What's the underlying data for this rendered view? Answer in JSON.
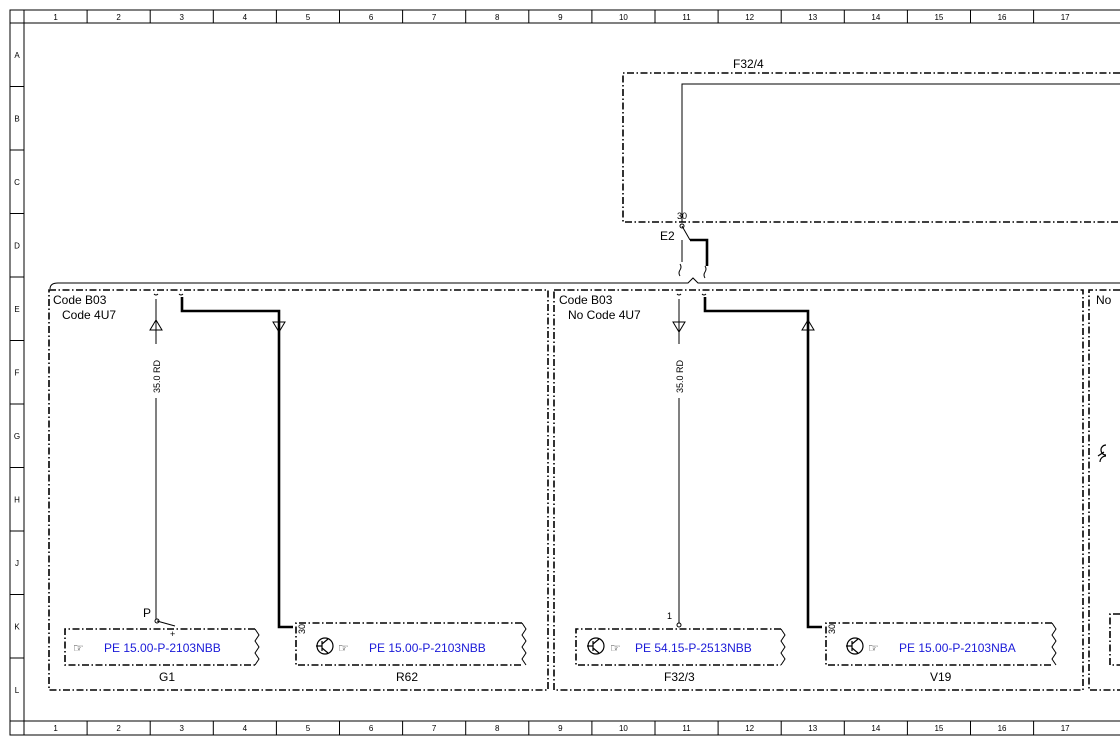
{
  "columns": [
    "1",
    "2",
    "3",
    "4",
    "5",
    "6",
    "7",
    "8",
    "9",
    "10",
    "11",
    "12",
    "13",
    "14",
    "15",
    "16",
    "17"
  ],
  "rows": [
    "A",
    "B",
    "C",
    "D",
    "E",
    "F",
    "G",
    "H",
    "J",
    "K",
    "L"
  ],
  "top_component": {
    "label": "F32/4",
    "pin": "30",
    "connector": "E2"
  },
  "group_left": {
    "condition_line1": "Code B03",
    "condition_line2": "Code 4U7",
    "wire_label": "35.0 RD",
    "pin_p": "P",
    "pin_plus": "+",
    "pin_30": "30",
    "ref_g1": "PE 15.00-P-2103NBB",
    "name_g1": "G1",
    "ref_r62": "PE 15.00-P-2103NBB",
    "name_r62": "R62"
  },
  "group_middle": {
    "condition_line1": "Code B03",
    "condition_line2": "No  Code 4U7",
    "wire_label": "35.0 RD",
    "pin_1": "1",
    "pin_30": "30",
    "ref_f323": "PE 54.15-P-2513NBB",
    "name_f323": "F32/3",
    "ref_v19": "PE 15.00-P-2103NBA",
    "name_v19": "V19"
  },
  "group_right_partial": {
    "condition_line1": "No"
  }
}
